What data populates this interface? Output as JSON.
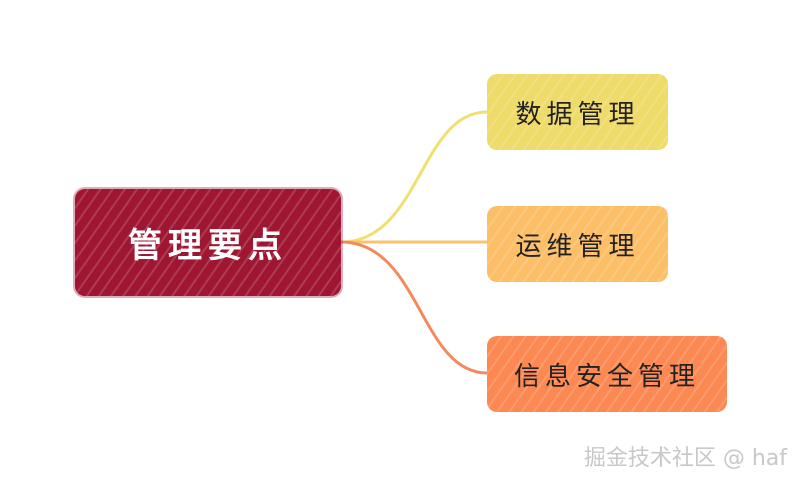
{
  "root": {
    "label": "管理要点",
    "color": "#9e1631"
  },
  "children": [
    {
      "label": "数据管理",
      "color": "#eedb6a",
      "link_color": "#f0df72"
    },
    {
      "label": "运维管理",
      "color": "#fcbf67",
      "link_color": "#fbc36e"
    },
    {
      "label": "信息安全管理",
      "color": "#fc8852",
      "link_color": "#f48a5c"
    }
  ],
  "watermark": "掘金技术社区 @ haf"
}
